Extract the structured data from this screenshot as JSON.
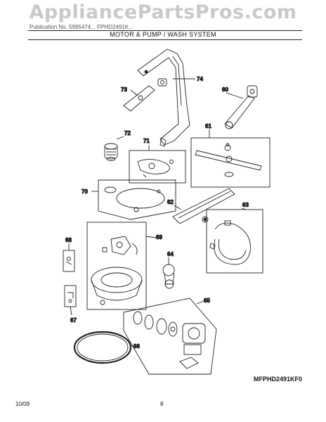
{
  "watermark": "AppliancePartsPros.com",
  "header": {
    "small_text": "Publication No. 5995474...   FPHD2491K...",
    "title": "MOTOR & PUMP / WASH SYSTEM"
  },
  "parts": [
    {
      "id": "p74",
      "label": "74"
    },
    {
      "id": "p73",
      "label": "73"
    },
    {
      "id": "p60",
      "label": "60"
    },
    {
      "id": "p72",
      "label": "72"
    },
    {
      "id": "p71",
      "label": "71"
    },
    {
      "id": "p61",
      "label": "61"
    },
    {
      "id": "p70",
      "label": "70"
    },
    {
      "id": "p62",
      "label": "62"
    },
    {
      "id": "p63",
      "label": "63"
    },
    {
      "id": "p68",
      "label": "68"
    },
    {
      "id": "p69",
      "label": "69"
    },
    {
      "id": "p64",
      "label": "64"
    },
    {
      "id": "p65",
      "label": "65"
    },
    {
      "id": "p67",
      "label": "67"
    },
    {
      "id": "p66",
      "label": "66"
    }
  ],
  "model_code": "MFPHD2491KF0",
  "footer": {
    "date": "10/09",
    "page": "8"
  }
}
